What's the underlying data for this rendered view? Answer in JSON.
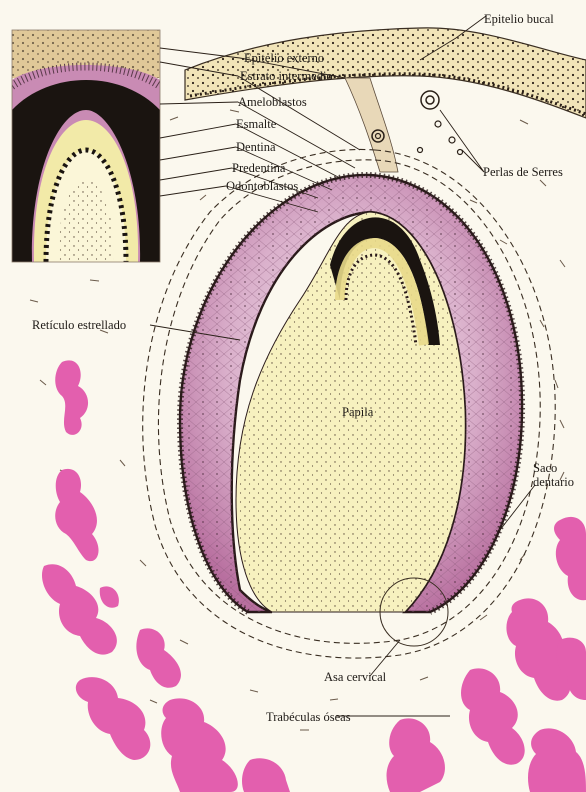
{
  "labels": {
    "epitelio_bucal": "Epitelio bucal",
    "epitelio_externo": "Epitelio externo",
    "estrato_intermedio": "Estrato intermedio",
    "ameloblastos": "Ameloblastos",
    "esmalte": "Esmalte",
    "dentina": "Dentina",
    "predentina": "Predentina",
    "odontoblastos": "Odontoblastos",
    "perlas_de_serres": "Perlas de Serres",
    "reticulo_estrellado": "Retículo estrellado",
    "papila": "Papila",
    "saco_dentario_line1": "Saco",
    "saco_dentario_line2": "dentario",
    "asa_cervical": "Asa cervical",
    "trabeculas_oseas": "Trabéculas óseas"
  },
  "colors": {
    "background": "#fbf8ee",
    "papilla": "#f7f1bf",
    "enamel_organ": "#c98bb4",
    "bone": "#e35fae",
    "dentin": "#1a1410",
    "oral_epithelium": "#f1e4b8"
  }
}
